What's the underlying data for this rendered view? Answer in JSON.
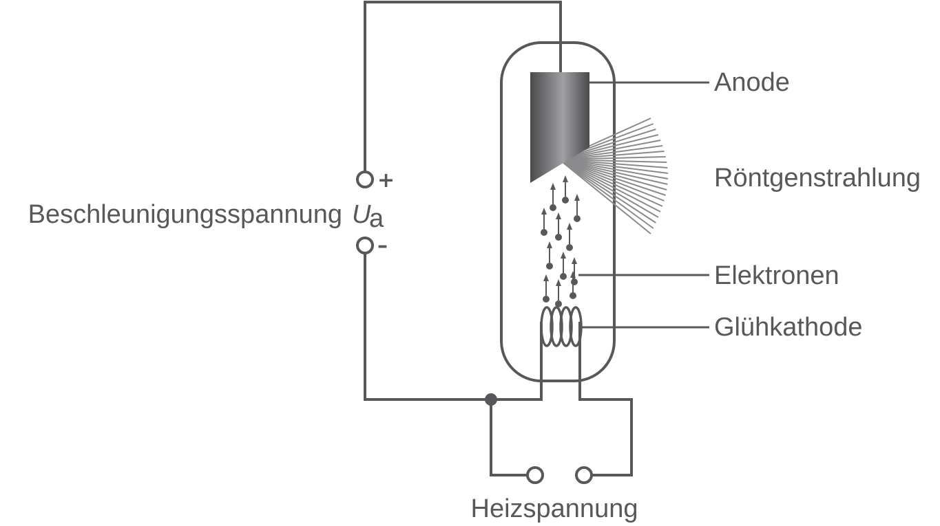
{
  "labels": {
    "anode": "Anode",
    "xray": "Röntgenstrahlung",
    "electrons": "Elektronen",
    "cathode": "Glühkathode",
    "accel_voltage": "Beschleunigungsspannung",
    "accel_symbol": "U",
    "accel_subscript": "a",
    "heating_voltage": "Heizspannung",
    "plus": "+",
    "minus": "–"
  },
  "colors": {
    "stroke": "#58585a",
    "anode_dark": "#4a4a4c",
    "anode_light": "#9a9a9c",
    "rays": "#8a8a8c"
  }
}
